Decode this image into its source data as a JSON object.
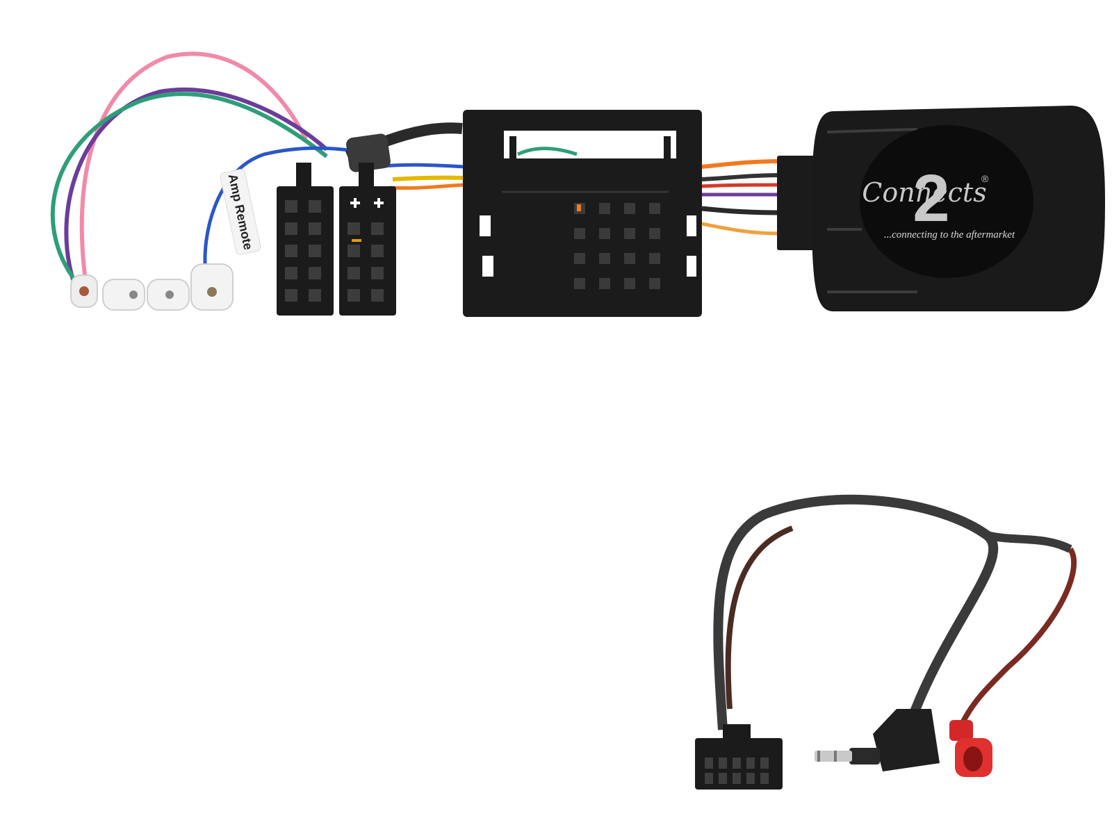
{
  "product": {
    "label_tag": "Amp Remote",
    "brand_name": "Connects",
    "brand_number": "2",
    "brand_registered": "®",
    "brand_tagline": "...connecting to the aftermarket"
  },
  "colors": {
    "background": "#ffffff",
    "connector_black": "#1b1b1b",
    "interface_box": "#1a1a1a",
    "brand_text": "#c8c8c8",
    "wire_pink": "#f08aa8",
    "wire_purple": "#6a3d9a",
    "wire_green": "#2e9e78",
    "wire_blue": "#2a57c8",
    "wire_orange": "#f07a20",
    "wire_brown": "#6b2e1e",
    "wire_dark_grey": "#3a3a3a",
    "wire_red_brown": "#7a2a22",
    "connector_red": "#d42828",
    "jack_silver": "#c9c9c9"
  },
  "icons": [
    "wiring-harness",
    "iso-connector",
    "quadlock-connector",
    "interface-box",
    "stereo-patch-lead",
    "3.5mm-jack",
    "spade-connector"
  ]
}
